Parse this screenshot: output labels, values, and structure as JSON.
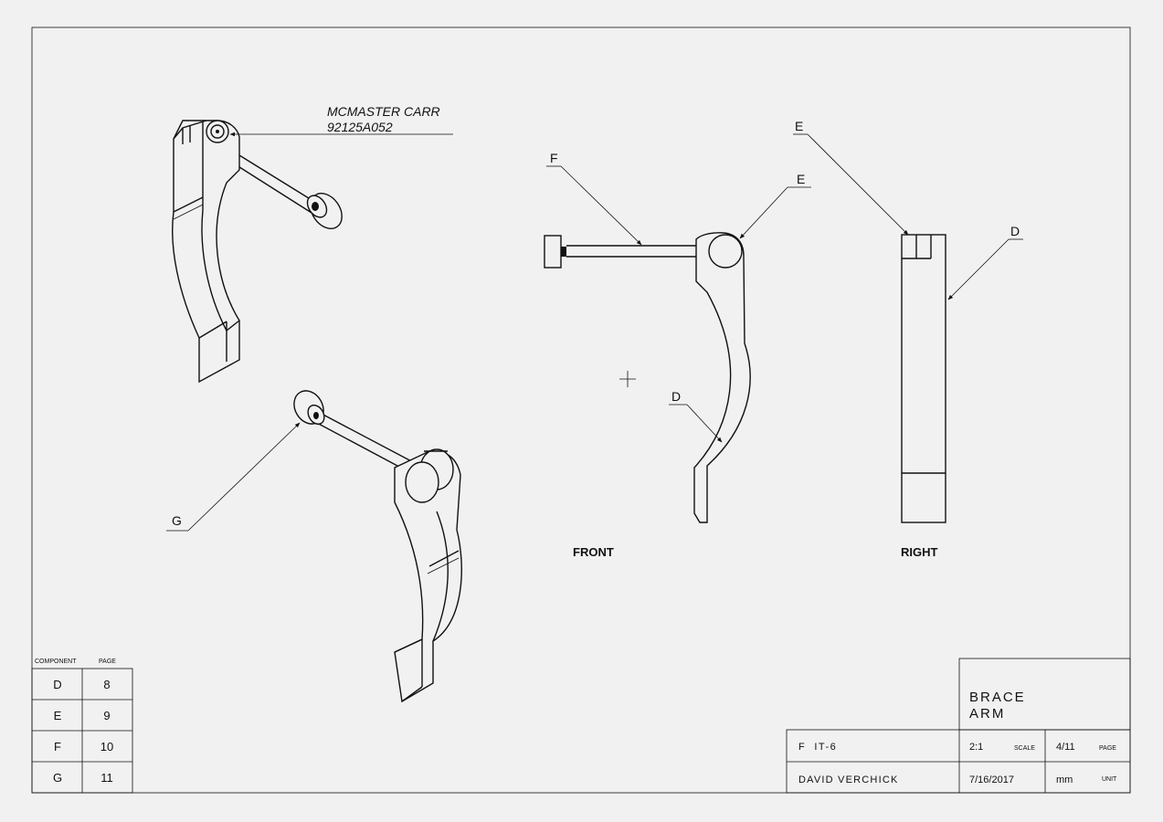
{
  "callouts": {
    "vendor": "MCMASTER CARR",
    "part_number": "92125A052",
    "f_front": "F",
    "e_front": "E",
    "d_front": "D",
    "e_right": "E",
    "d_right": "D",
    "g_iso": "G"
  },
  "views": {
    "front": "FRONT",
    "right": "RIGHT"
  },
  "components": {
    "headers": [
      "COMPONENT",
      "PAGE"
    ],
    "rows": [
      {
        "component": "D",
        "page": "8"
      },
      {
        "component": "E",
        "page": "9"
      },
      {
        "component": "F",
        "page": "10"
      },
      {
        "component": "G",
        "page": "11"
      }
    ]
  },
  "title_block": {
    "title_line1": "BRACE",
    "title_line2": "ARM",
    "project": "F  IT-6",
    "scale_value": "2:1",
    "scale_label": "SCALE",
    "page_value": "4/11",
    "page_label": "PAGE",
    "author": "DAVID VERCHICK",
    "date": "7/16/2017",
    "unit_value": "mm",
    "unit_label": "UNIT"
  },
  "colors": {
    "background": "#f1f1f1",
    "ink": "#111111"
  }
}
